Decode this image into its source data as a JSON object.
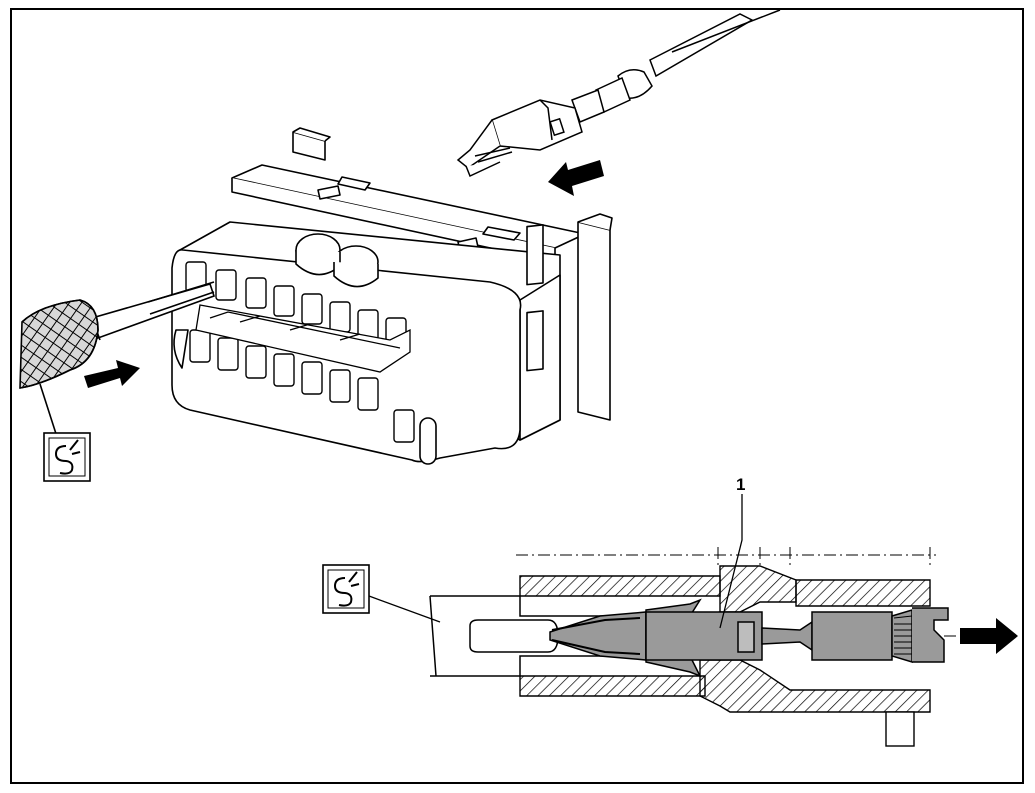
{
  "figure": {
    "callouts": [
      {
        "id": "1",
        "text": "1"
      }
    ],
    "tool_symbol": "tool-symbol-hand-tool",
    "colors": {
      "line": "#000000",
      "background": "#ffffff",
      "terminal_fill": "#9a9a9a",
      "hatch": "#000000"
    },
    "arrows": [
      {
        "name": "insert-tool-arrow",
        "direction": "right"
      },
      {
        "name": "insert-terminal-arrow",
        "direction": "left"
      },
      {
        "name": "extract-terminal-arrow",
        "direction": "right"
      }
    ]
  }
}
